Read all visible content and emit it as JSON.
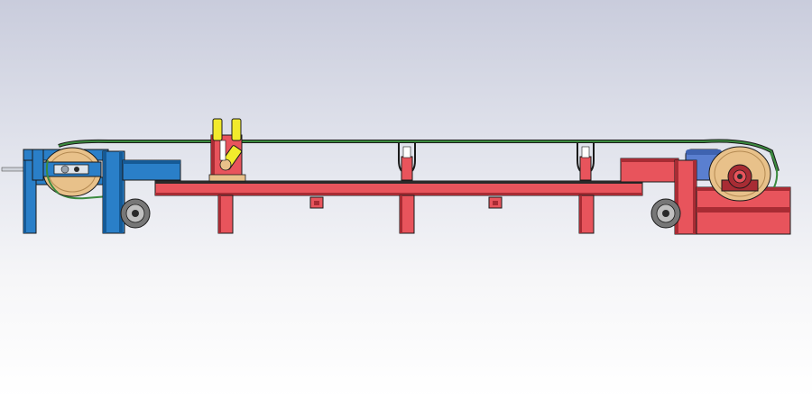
{
  "view": {
    "background_top": "#c9ccdc",
    "background_bottom": "#ffffff"
  },
  "colors": {
    "frame_blue": "#2a7fc8",
    "frame_blue_dark": "#155a96",
    "frame_red": "#e8545c",
    "frame_red_dark": "#a82c34",
    "belt_green": "#3b8a3f",
    "roller_yellow": "#f2ea2c",
    "pulley_tan": "#e8c18a",
    "wheel_gray": "#777777",
    "outline": "#1a1a1a"
  },
  "components": [
    "tension-end-frame",
    "tail-pulley",
    "conveyor-belt",
    "guide-rollers",
    "support-beam",
    "support-legs",
    "belt-idler-brackets",
    "head-drive-frame",
    "drive-pulley",
    "motor",
    "return-wheels"
  ],
  "counts": {
    "support_legs": 3,
    "idler_brackets": 2,
    "hanging_lugs": 2,
    "guide_rollers": 2
  }
}
